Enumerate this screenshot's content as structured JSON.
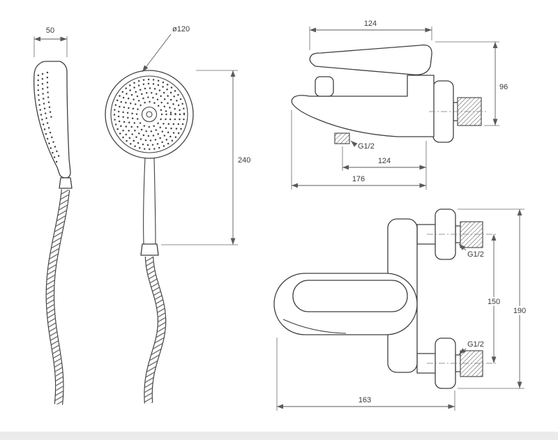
{
  "drawing": {
    "background": "#ffffff",
    "line_color": "#3f3f3f",
    "dim_color": "#5a5a5a"
  },
  "dims": {
    "head_width": "50",
    "head_diameter": "ø120",
    "handset_length": "240",
    "handle_length": "124",
    "body_height": "96",
    "shower_outlet_thread": "G1/2",
    "outlet_to_wall": "124",
    "spout_reach": "176",
    "top_connection_thread": "G1/2",
    "bottom_connection_thread": "G1/2",
    "connection_centers": "150",
    "overall_height": "190",
    "body_width": "163"
  }
}
